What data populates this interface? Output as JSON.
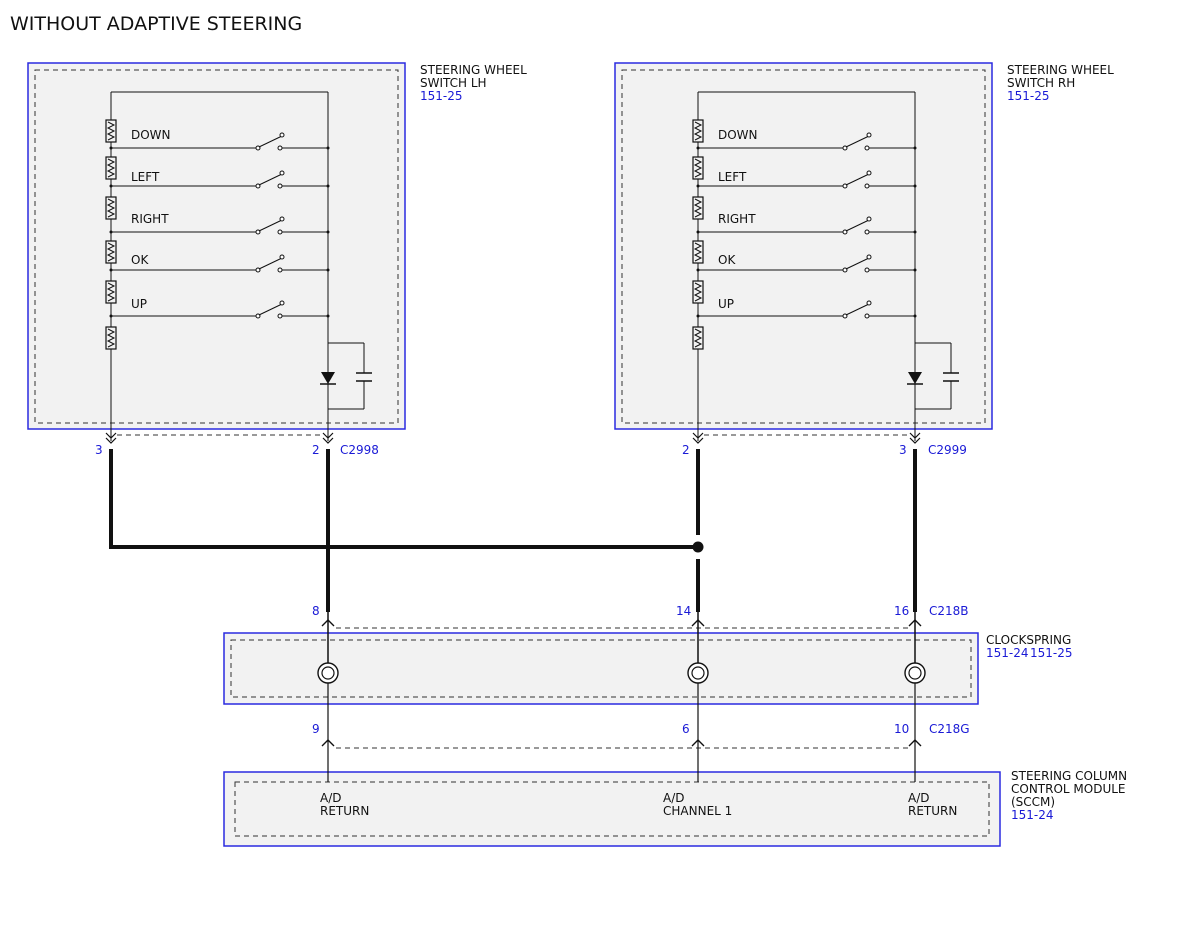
{
  "title": "WITHOUT ADAPTIVE STEERING",
  "switch_lh": {
    "name_line1": "STEERING WHEEL",
    "name_line2": "SWITCH LH",
    "ref": "151-25",
    "buttons": [
      "DOWN",
      "LEFT",
      "RIGHT",
      "OK",
      "UP"
    ],
    "pin_left": "3",
    "pin_right": "2",
    "connector": "C2998"
  },
  "switch_rh": {
    "name_line1": "STEERING WHEEL",
    "name_line2": "SWITCH RH",
    "ref": "151-25",
    "buttons": [
      "DOWN",
      "LEFT",
      "RIGHT",
      "OK",
      "UP"
    ],
    "pin_left": "2",
    "pin_right": "3",
    "connector": "C2999"
  },
  "clockspring": {
    "name": "CLOCKSPRING",
    "ref1": "151-24",
    "ref2": "151-25",
    "top_pins": [
      "8",
      "14",
      "16"
    ],
    "top_connector": "C218B",
    "bottom_pins": [
      "9",
      "6",
      "10"
    ],
    "bottom_connector": "C218G"
  },
  "sccm": {
    "name_line1": "STEERING COLUMN",
    "name_line2": "CONTROL MODULE",
    "name_line3": "(SCCM)",
    "ref": "151-24",
    "terminals": [
      {
        "line1": "A/D",
        "line2": "RETURN"
      },
      {
        "line1": "A/D",
        "line2": "CHANNEL 1"
      },
      {
        "line1": "A/D",
        "line2": "RETURN"
      }
    ]
  },
  "colors": {
    "box_border": "#2a2ae0",
    "ref_text": "#1a1ad6",
    "wire": "#111111",
    "box_fill": "#f2f2f2"
  }
}
